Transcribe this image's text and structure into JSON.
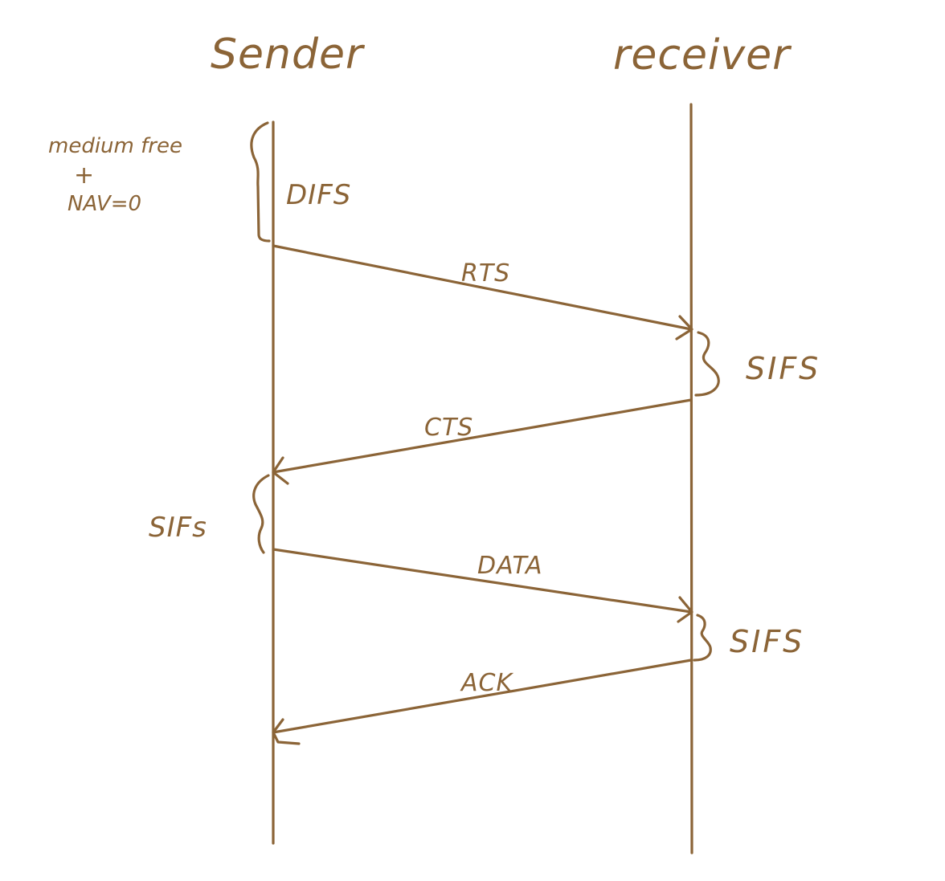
{
  "colors": {
    "ink": "#8b6437",
    "background": "#ffffff"
  },
  "participants": {
    "sender": "Sender",
    "receiver": "receiver"
  },
  "precondition": {
    "line1": "medium free",
    "plus": "+",
    "line2": "NAV=0"
  },
  "intervals": {
    "difs": "DIFS",
    "sifs_1": "SIFS",
    "sifs_2": "SIFs",
    "sifs_3": "SIFS"
  },
  "messages": {
    "rts": "RTS",
    "cts": "CTS",
    "data": "DATA",
    "ack": "ACK"
  }
}
